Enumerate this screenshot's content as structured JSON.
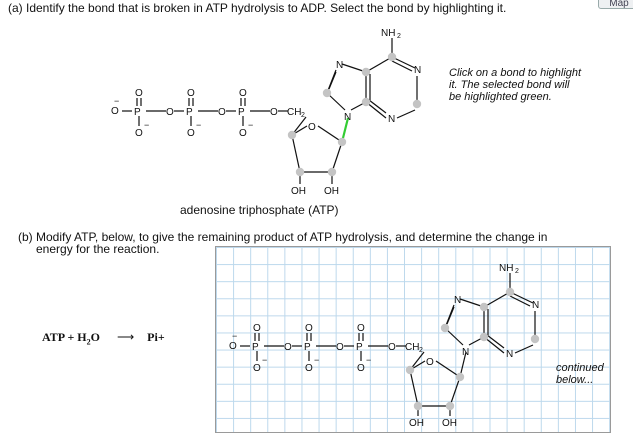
{
  "map_button": "Map",
  "part_a": {
    "question": "(a) Identify the bond that is broken in ATP hydrolysis to ADP. Select the bond by highlighting it.",
    "hint": [
      "Click on a bond to highlight",
      "it. The selected bond will",
      "be highlighted green."
    ],
    "caption": "adenosine triphosphate (ATP)"
  },
  "part_b": {
    "question_line1": "(b) Modify ATP, below, to give the remaining product of ATP hydrolysis, and determine the change in",
    "question_line2": "energy for the reaction.",
    "equation": {
      "lhs": "ATP + H",
      "subscript": "2",
      "lhs_end": "O",
      "arrow": "⟶",
      "rhs": "Pi+"
    },
    "continued": [
      "continued",
      "below..."
    ]
  },
  "molecule": {
    "amine": "NH2",
    "n": "N",
    "o": "O",
    "p": "P",
    "ch2": "CH2",
    "oh": "OH",
    "minus": "−"
  },
  "colors": {
    "highlight": "#33cc33",
    "node": "#c4c4c4",
    "grid": "#bcd8ec"
  }
}
